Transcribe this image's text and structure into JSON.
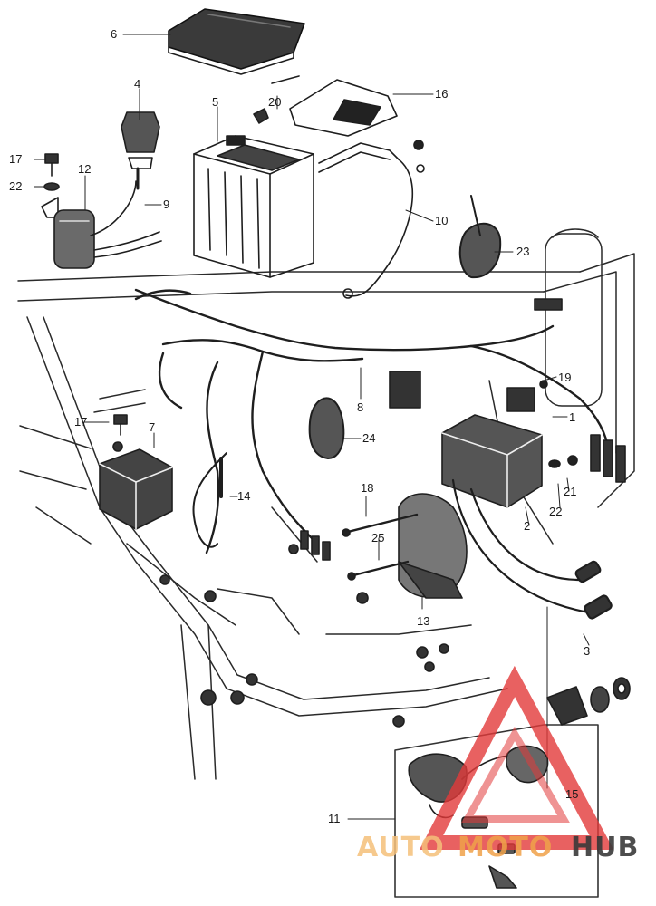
{
  "diagram": {
    "callouts": [
      "1",
      "2",
      "3",
      "4",
      "5",
      "6",
      "7",
      "8",
      "9",
      "10",
      "11",
      "12",
      "13",
      "14",
      "15",
      "16",
      "17",
      "18",
      "19",
      "20",
      "21",
      "22",
      "23",
      "24",
      "25"
    ],
    "callouts_repeat": {
      "n17": "17",
      "n22": "22"
    }
  },
  "watermark": {
    "part1": "AUTO",
    "part2": "MOTO",
    "part3": "HUB",
    "colors": {
      "triangle": "#e23a3a",
      "auto": "#f5c07a",
      "moto": "#f0a24a",
      "hub": "#3a3a3a"
    }
  }
}
